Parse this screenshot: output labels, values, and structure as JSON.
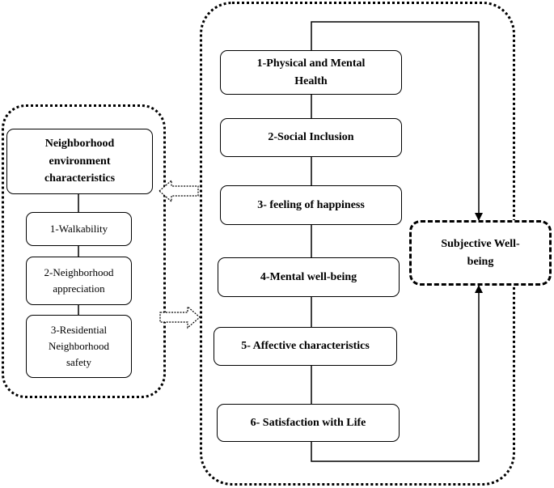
{
  "left_panel": {
    "title": "Neighborhood environment characteristics",
    "items": [
      "1-Walkability",
      "2-Neighborhood appreciation",
      "3-Residential Neighborhood safety"
    ]
  },
  "center_panel": {
    "items": [
      "1-Physical and Mental Health",
      "2-Social Inclusion",
      "3- feeling of happiness",
      "4-Mental well-being",
      "5- Affective characteristics",
      "6- Satisfaction with Life"
    ]
  },
  "outcome": {
    "label": "Subjective Well-being"
  }
}
